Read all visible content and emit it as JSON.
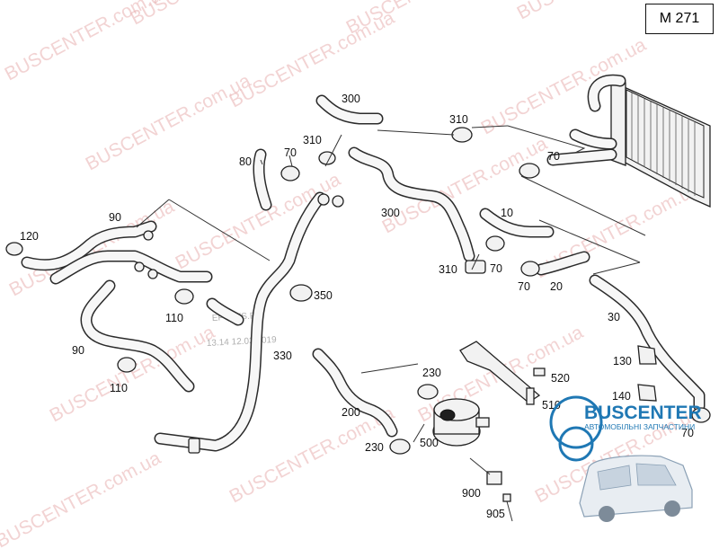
{
  "model_code": "M 271",
  "labels": {
    "l300a": "300",
    "l310a": "310",
    "l310b": "310",
    "l70a": "70",
    "l80": "80",
    "l70b": "70",
    "l90a": "90",
    "l120": "120",
    "l300b": "300",
    "l10": "10",
    "l310c": "310",
    "l70c": "70",
    "l70d": "70",
    "l20": "20",
    "l350": "350",
    "l110a": "110",
    "l30": "30",
    "l90b": "90",
    "l330": "330",
    "l110b": "110",
    "l230a": "230",
    "l520": "520",
    "l130": "130",
    "l510": "510",
    "l140": "140",
    "l200": "200",
    "l70e": "70",
    "l500": "500",
    "l230b": "230",
    "l900": "900",
    "l905": "905"
  },
  "watermark": {
    "brand": "BUSCENTER",
    "domain": "BUSCENTER.com.ua",
    "site": "EPCATS.RU",
    "stamp": "13.14 12.03.2019"
  },
  "logo": {
    "name": "BUSCENTER",
    "tagline": "АВТОМОБІЛЬНІ ЗАПЧАСТИНИ"
  }
}
